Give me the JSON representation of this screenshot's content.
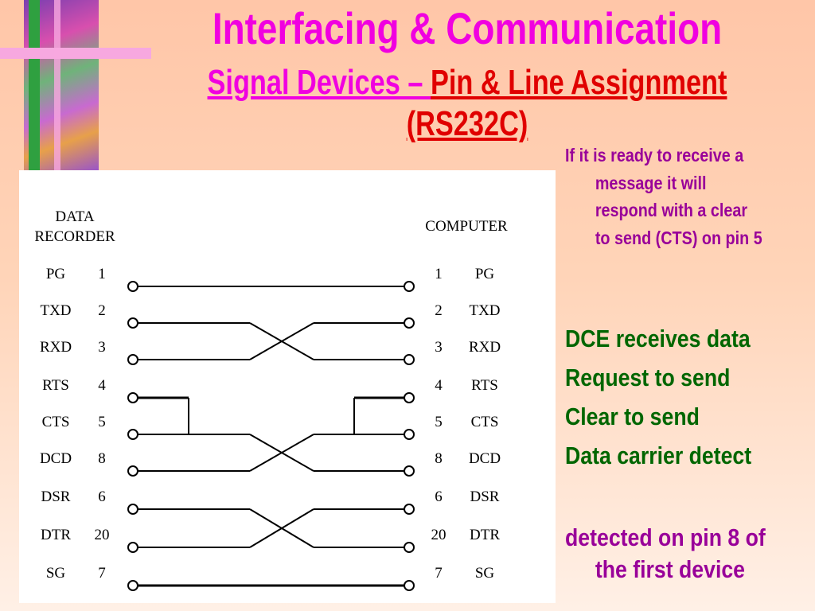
{
  "slide": {
    "title": "Interfacing & Communication",
    "subtitle_part1": "Signal Devices – ",
    "subtitle_part2": "Pin & Line Assignment",
    "subtitle_line2": "(RS232C)"
  },
  "note": {
    "line1": "If it is ready to receive a",
    "line2": "message it will",
    "line3": "respond with a clear",
    "line4": "to send (CTS) on pin 5"
  },
  "signal_notes": {
    "dce": "DCE receives data",
    "rts": "Request to send",
    "cts": "Clear to send",
    "dcd": "Data carrier detect"
  },
  "detect_note": {
    "line1": "detected on pin 8 of",
    "line2": "the first device"
  },
  "diagram": {
    "left_header_line1": "DATA",
    "left_header_line2": "RECORDER",
    "right_header": "COMPUTER",
    "rows": [
      {
        "name": "PG",
        "pin": "1"
      },
      {
        "name": "TXD",
        "pin": "2"
      },
      {
        "name": "RXD",
        "pin": "3"
      },
      {
        "name": "RTS",
        "pin": "4"
      },
      {
        "name": "CTS",
        "pin": "5"
      },
      {
        "name": "DCD",
        "pin": "8"
      },
      {
        "name": "DSR",
        "pin": "6"
      },
      {
        "name": "DTR",
        "pin": "20"
      },
      {
        "name": "SG",
        "pin": "7"
      }
    ]
  },
  "colors": {
    "title": "#f000e0",
    "subtitle_accent": "#e00000",
    "note_purple": "#990099",
    "note_green": "#006600"
  }
}
